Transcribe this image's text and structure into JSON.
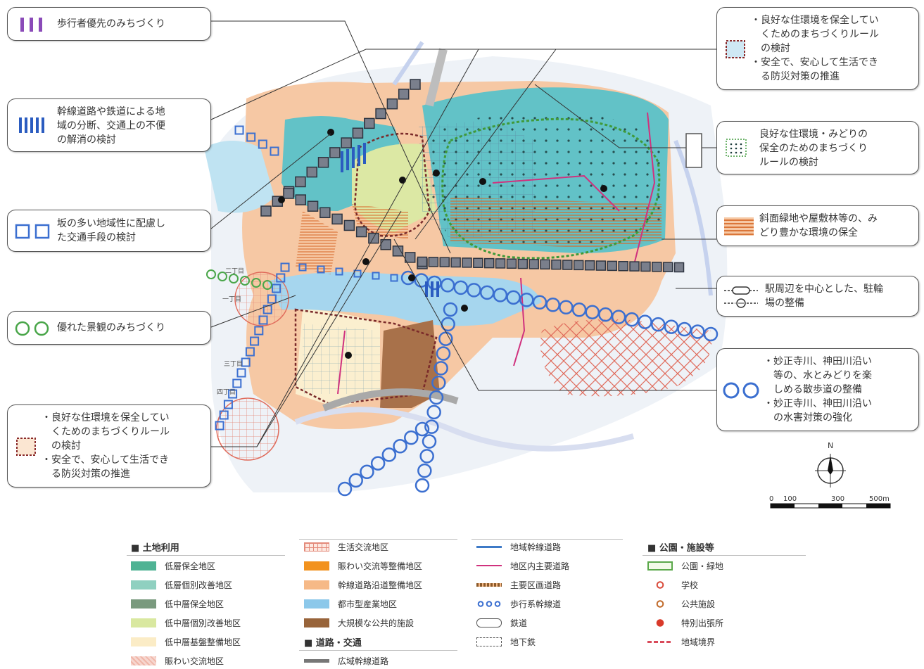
{
  "callouts": {
    "pedestrian": {
      "text": [
        "歩行者優先のみちづくり"
      ],
      "icon": "purple-vertical-bars-icon"
    },
    "arterial": {
      "text": [
        "幹線道路や鉄道による地",
        "域の分断、交通上の不便",
        "の解消の検討"
      ],
      "icon": "blue-vertical-bars-icon"
    },
    "slope": {
      "text": [
        "坂の多い地域性に配慮し",
        "た交通手段の検討"
      ],
      "icon": "blue-squares-icon"
    },
    "landscape": {
      "text": [
        "優れた景観のみちづくり"
      ],
      "icon": "green-circles-icon"
    },
    "residential_left": {
      "text": [
        "・良好な住環境を保全してい",
        "　くためのまちづくりルール",
        "　の検討",
        "・安全で、安心して生活でき",
        "　る防災対策の推進"
      ],
      "icon": "red-dotted-square-icon"
    },
    "residential_right": {
      "text": [
        "・良好な住環境を保全してい",
        "　くためのまちづくりルール",
        "　の検討",
        "・安全で、安心して生活でき",
        "　る防災対策の推進"
      ],
      "icon": "red-dotted-square-icon"
    },
    "green": {
      "text": [
        "良好な住環境・みどりの",
        "保全のためのまちづくり",
        "ルールの検討"
      ],
      "icon": "green-dotted-grid-icon"
    },
    "slope_green": {
      "text": [
        "斜面緑地や屋敷林等の、み",
        "どり豊かな環境の保全"
      ],
      "icon": "orange-stripes-icon"
    },
    "bicycle": {
      "text": [
        "駅周辺を中心とした、駐輪",
        "場の整備"
      ],
      "icon": "station-symbols-icon"
    },
    "river": {
      "text": [
        "・妙正寺川、神田川沿い",
        "　等の、水とみどりを楽",
        "　しめる散歩道の整備",
        "・妙正寺川、神田川沿い",
        "　の水害対策の強化"
      ],
      "icon": "blue-circles-icon"
    }
  },
  "compass": {
    "north": "N"
  },
  "scale": {
    "labels": [
      "0",
      "100",
      "300",
      "500m"
    ]
  },
  "map_labels": {
    "label_a": "二丁目",
    "label_b": "一丁目",
    "label_c": "三丁目",
    "label_d": "四丁目"
  },
  "legend": {
    "col1": {
      "title": "■ 土地利用",
      "items": [
        {
          "label": "低層保全地区",
          "color": "#4fb394"
        },
        {
          "label": "低層個別改善地区",
          "color": "#8fd0c0"
        },
        {
          "label": "低中層保全地区",
          "color": "#7a9a7e"
        },
        {
          "label": "低中層個別改善地区",
          "color": "#d9e8a0"
        },
        {
          "label": "低中層基盤整備地区",
          "color": "#fbecc6"
        },
        {
          "label": "賑わい交流地区",
          "color": "#f6d6cf"
        }
      ]
    },
    "col2": {
      "items": [
        {
          "label": "生活交流地区",
          "color": "#fde8e0"
        },
        {
          "label": "賑わい交流等整備地区",
          "color": "#f2921e"
        },
        {
          "label": "幹線道路沿道整備地区",
          "color": "#f6b987"
        },
        {
          "label": "都市型産業地区",
          "color": "#8cc8ea"
        },
        {
          "label": "大規模な公共的施設",
          "color": "#98643a"
        }
      ],
      "title2": "■ 道路・交通",
      "items2": [
        {
          "label": "広域幹線道路",
          "color": "#777777"
        }
      ]
    },
    "col3": {
      "items": [
        {
          "label": "地域幹線道路",
          "color": "#3e7ac7"
        },
        {
          "label": "地区内主要道路",
          "color": "#d0327e"
        },
        {
          "label": "主要区画道路",
          "color": "#8a5a2a"
        },
        {
          "label": "歩行系幹線道",
          "color": "#3b6fd0"
        },
        {
          "label": "鉄道",
          "color": "#555555"
        },
        {
          "label": "地下鉄",
          "color": "#555555"
        }
      ]
    },
    "col4": {
      "title": "■ 公園・施設等",
      "items": [
        {
          "label": "公園・緑地",
          "color": "#5aa84a"
        },
        {
          "label": "学校",
          "color": "#d94a3a"
        },
        {
          "label": "公共施設",
          "color": "#c06a2a"
        },
        {
          "label": "特別出張所",
          "color": "#d93a2a"
        },
        {
          "label": "地域境界",
          "color": "#d94a5a"
        }
      ]
    }
  }
}
